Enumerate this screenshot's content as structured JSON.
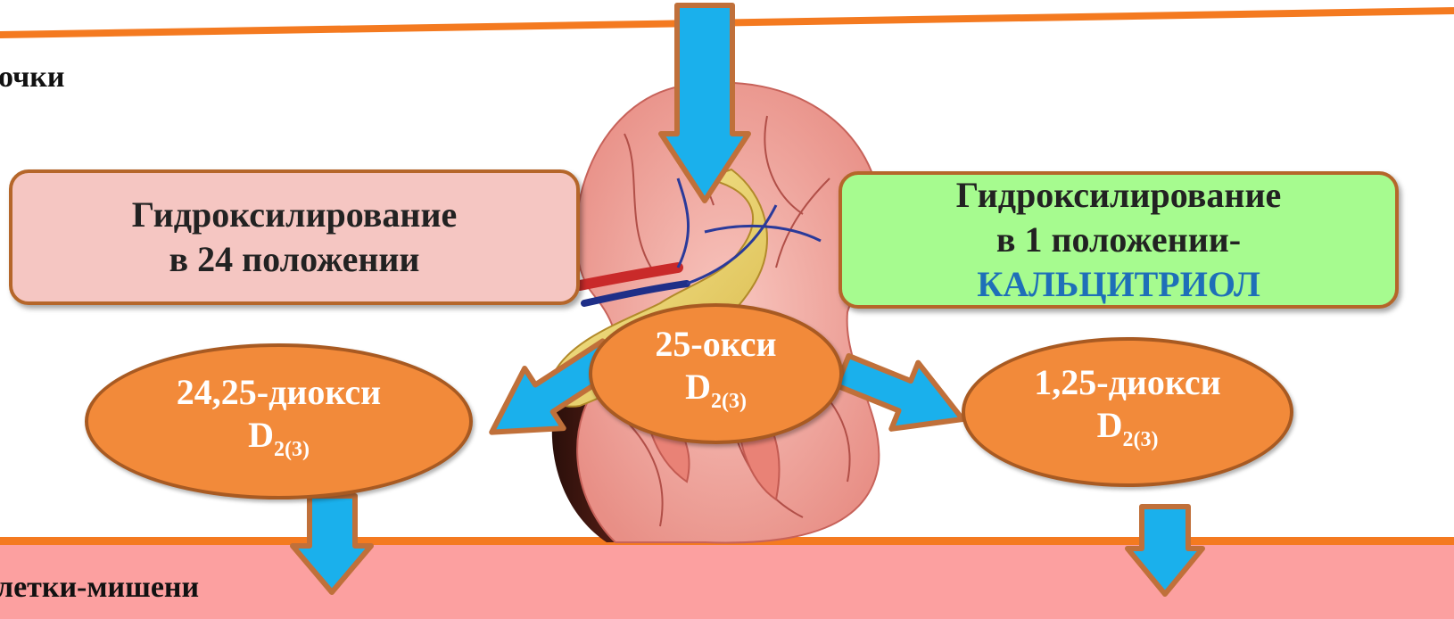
{
  "top_label": "очки",
  "bottom_label": "летки-мишени",
  "box_left": {
    "line1": "Гидроксилирование",
    "line2": "в 24 положении"
  },
  "box_right": {
    "line1": "Гидроксилирование",
    "line2": "в 1 положении-",
    "line3": "КАЛЬЦИТРИОЛ"
  },
  "oval_center": {
    "line1": "25-окси",
    "base": "D",
    "sub": "2(3)"
  },
  "oval_left": {
    "line1": "24,25-диокси",
    "base": "D",
    "sub": "2(3)"
  },
  "oval_right": {
    "line1": "1,25-диокси",
    "base": "D",
    "sub": "2(3)"
  },
  "colors": {
    "orange_line": "#f47a20",
    "arrow_fill": "#1ab0ec",
    "arrow_stroke": "#c0703a",
    "box_left_bg": "#f5c6c2",
    "box_right_bg": "#a6fb8f",
    "calcitriol_text": "#1e6fb8",
    "oval_fill": "#f28a3a",
    "bottom_band": "#fca0a0"
  }
}
